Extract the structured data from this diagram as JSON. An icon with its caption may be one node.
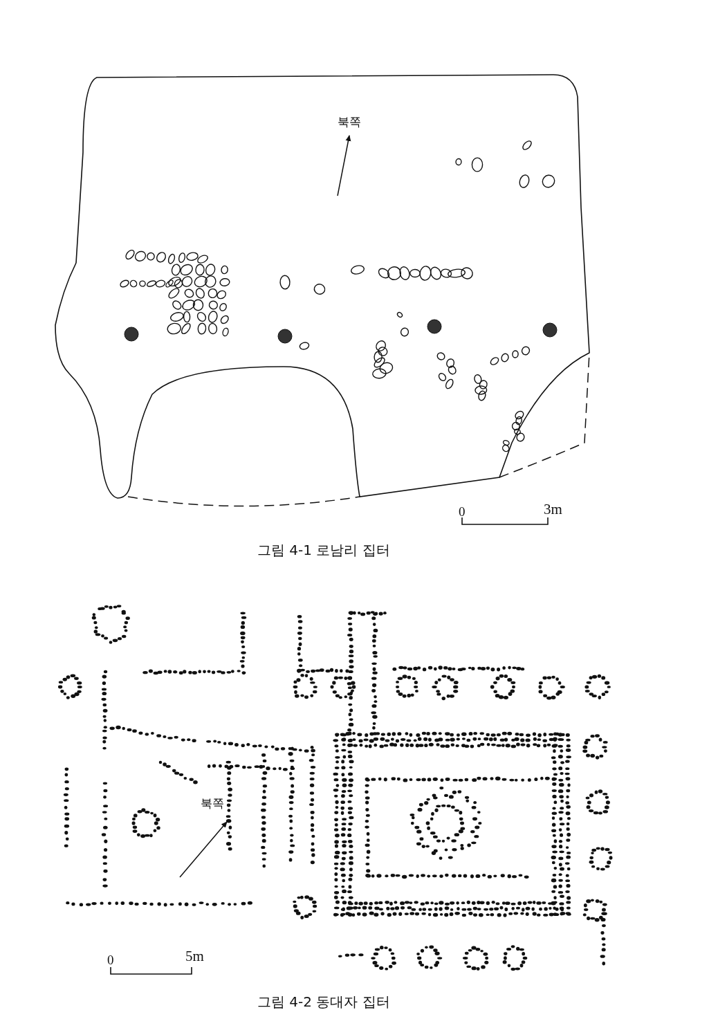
{
  "diagram": {
    "labels": [
      "북쪽",
      "0",
      "3m",
      "그림 4-1 로남리 집터",
      "북쪽",
      "0",
      "5m",
      "그림 4-2 동대자 집터"
    ]
  }
}
